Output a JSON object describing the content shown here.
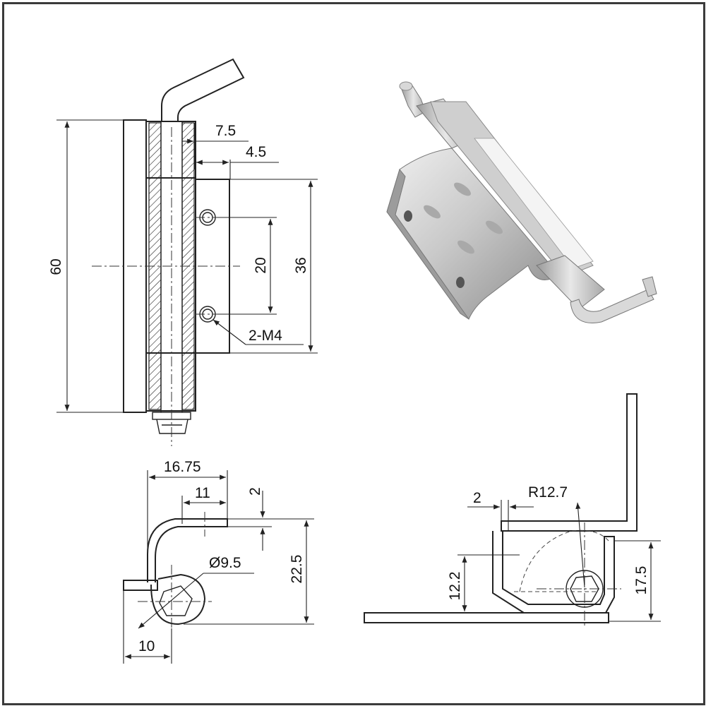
{
  "front_view": {
    "dim_overall_height": "60",
    "dim_offset_a": "7.5",
    "dim_offset_b": "4.5",
    "dim_hole_spacing": "20",
    "dim_leaf_height": "36",
    "hole_callout": "2-M4"
  },
  "side_view": {
    "dim_width": "16.75",
    "dim_arm": "11",
    "dim_thickness": "2",
    "dim_height": "22.5",
    "dim_pin_diameter": "Ø9.5",
    "dim_base": "10"
  },
  "installed_view": {
    "dim_gap": "2",
    "dim_radius": "R12.7",
    "dim_pivot_height": "12.2",
    "dim_total_height": "17.5"
  },
  "photo": {
    "icon": "hinge-photo-icon"
  },
  "colors": {
    "line": "#222222",
    "frame": "#3a3a3a",
    "metal_light": "#e6e6e6",
    "metal_mid": "#b8b8b8",
    "metal_dark": "#7a7a7a"
  }
}
